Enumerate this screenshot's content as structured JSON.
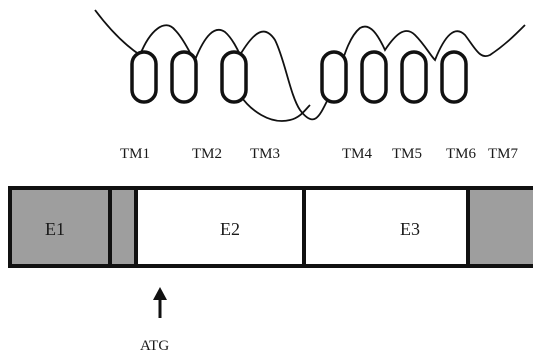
{
  "diagram": {
    "tm_labels": [
      "TM1",
      "TM2",
      "TM3",
      "TM4",
      "TM5",
      "TM6",
      "TM7"
    ],
    "exons": [
      {
        "label": "E1",
        "color": "#9e9e9e"
      },
      {
        "label": "E2",
        "color": "#ffffff"
      },
      {
        "label": "E3",
        "color": "#ffffff"
      }
    ],
    "start_codon_label": "ATG",
    "colors": {
      "stroke": "#111111",
      "grey_region": "#9e9e9e",
      "white_region": "#ffffff"
    }
  }
}
